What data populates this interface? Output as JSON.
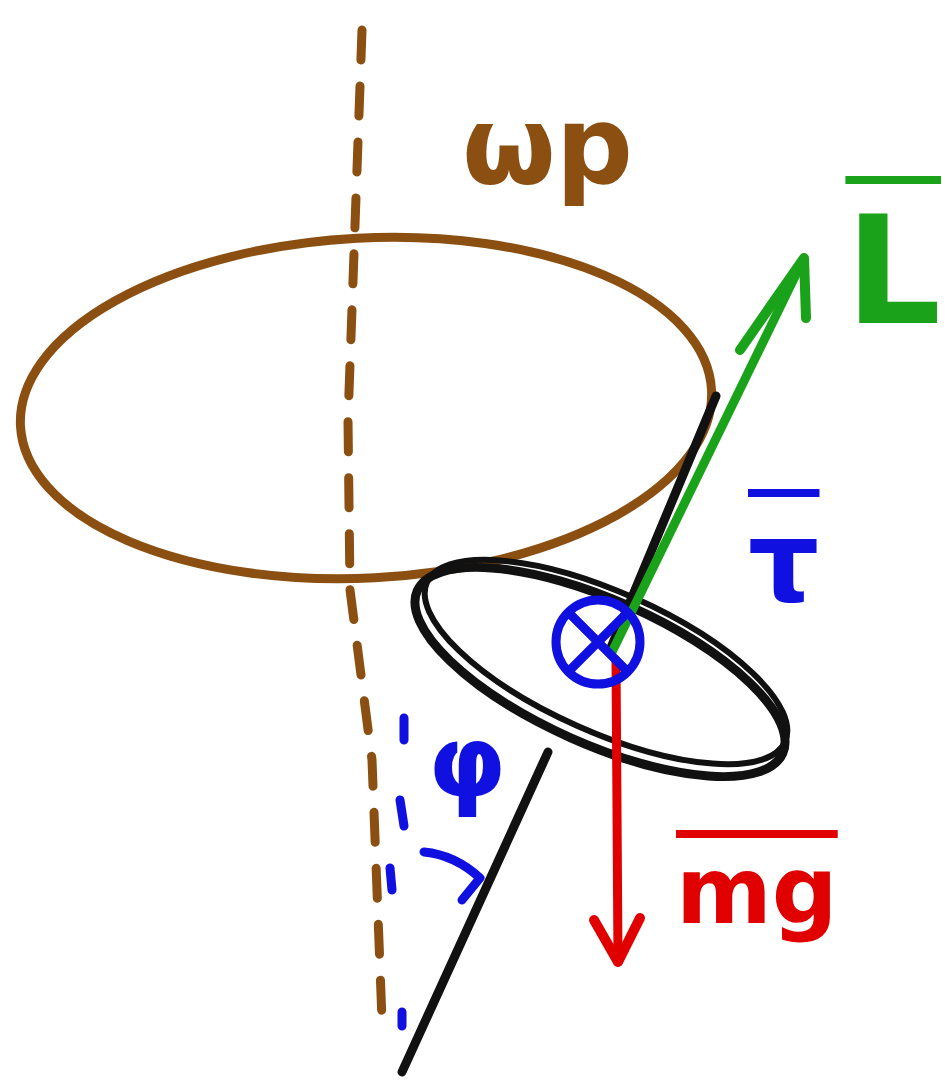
{
  "diagram": {
    "labels": [
      "ωp",
      "L",
      "τ",
      "φ",
      "mg"
    ]
  }
}
